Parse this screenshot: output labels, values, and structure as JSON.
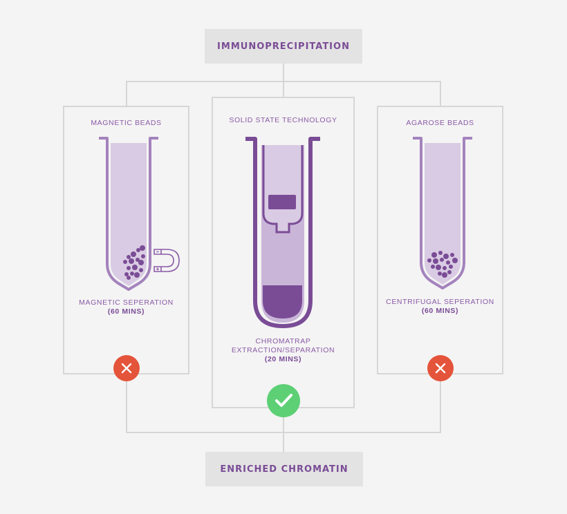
{
  "title": "IMMUNOPRECIPITATION",
  "result": "ENRICHED CHROMATIN",
  "columns": [
    {
      "heading": "MAGNETIC BEADS",
      "caption": "MAGNETIC SEPERATION",
      "time": "(60 MINS)",
      "status": "rejected"
    },
    {
      "heading": "SOLID STATE TECHNOLOGY",
      "caption_line1": "CHROMATRAP",
      "caption_line2": "EXTRACTION/SEPARATION",
      "time": "(20 MINS)",
      "status": "approved"
    },
    {
      "heading": "AGAROSE BEADS",
      "caption": "CENTRIFUGAL SEPERATION",
      "time": "(60 MINS)",
      "status": "rejected"
    }
  ],
  "colors": {
    "background": "#f4f4f4",
    "box_fill": "#e3e3e3",
    "purple_dark": "#7a4c96",
    "purple_fill": "#d9cbe3",
    "reject": "#e4543a",
    "approve": "#5dcf75",
    "connector": "#d6d6d6"
  },
  "icons": [
    "magnet-icon",
    "close-icon",
    "check-icon"
  ]
}
